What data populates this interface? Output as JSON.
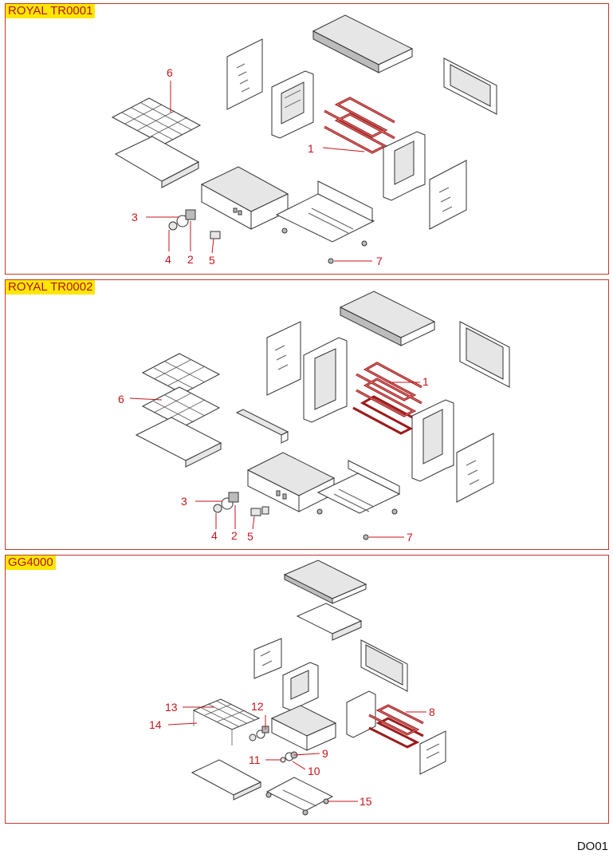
{
  "colors": {
    "accent": "#c4161c",
    "title_bg": "#ffe600",
    "border": "#c0392b",
    "element": "#9c1b1b"
  },
  "panels": [
    {
      "title": "ROYAL TR0001",
      "callouts": [
        "1",
        "2",
        "3",
        "4",
        "5",
        "6",
        "7"
      ]
    },
    {
      "title": "ROYAL TR0002",
      "callouts": [
        "1",
        "2",
        "3",
        "4",
        "5",
        "6",
        "7"
      ]
    },
    {
      "title": "GG4000",
      "callouts": [
        "8",
        "9",
        "10",
        "11",
        "12",
        "13",
        "14",
        "15"
      ]
    }
  ],
  "footer": {
    "code": "DO01"
  }
}
